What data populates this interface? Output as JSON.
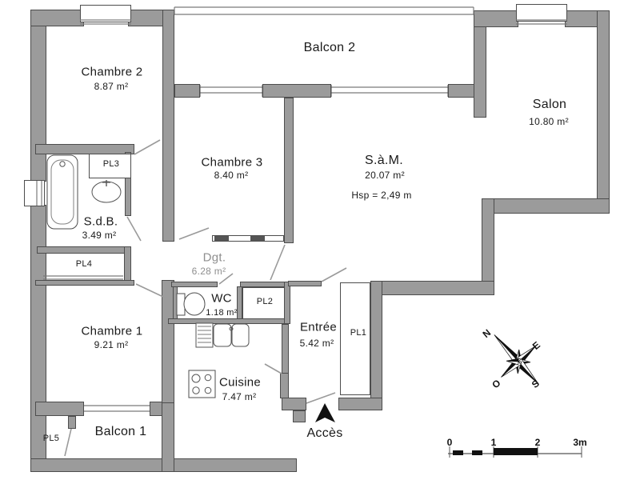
{
  "plan_type": "floor_plan",
  "rooms": {
    "chambre2": {
      "name": "Chambre 2",
      "area": "8.87 m²"
    },
    "balcon2": {
      "name": "Balcon 2"
    },
    "salon": {
      "name": "Salon",
      "area": "10.80 m²"
    },
    "chambre3": {
      "name": "Chambre 3",
      "area": "8.40 m²"
    },
    "sam": {
      "name": "S.à.M.",
      "area": "20.07 m²",
      "ceiling": "Hsp =  2,49 m"
    },
    "sdb": {
      "name": "S.d.B.",
      "area": "3.49 m²"
    },
    "dgt": {
      "name": "Dgt.",
      "area": "6.28 m²"
    },
    "chambre1": {
      "name": "Chambre 1",
      "area": "9.21 m²"
    },
    "wc": {
      "name": "WC",
      "area": "1.18 m²"
    },
    "entree": {
      "name": "Entrée",
      "area": "5.42 m²"
    },
    "cuisine": {
      "name": "Cuisine",
      "area": "7.47 m²"
    },
    "balcon1": {
      "name": "Balcon 1"
    }
  },
  "closets": {
    "pl1": "PL1",
    "pl2": "PL2",
    "pl3": "PL3",
    "pl4": "PL4",
    "pl5": "PL5"
  },
  "entrance": {
    "label": "Accès"
  },
  "compass": {
    "north": "N",
    "east": "E",
    "south": "S",
    "west": "O"
  },
  "scale_bar": {
    "ticks": [
      "0",
      "1",
      "2",
      "3m"
    ]
  },
  "colors": {
    "wall_fill": "#9b9b9b",
    "wall_outline": "#4d4d4d",
    "label": "#1a1a1a",
    "faded_label": "#8f8f8f"
  }
}
